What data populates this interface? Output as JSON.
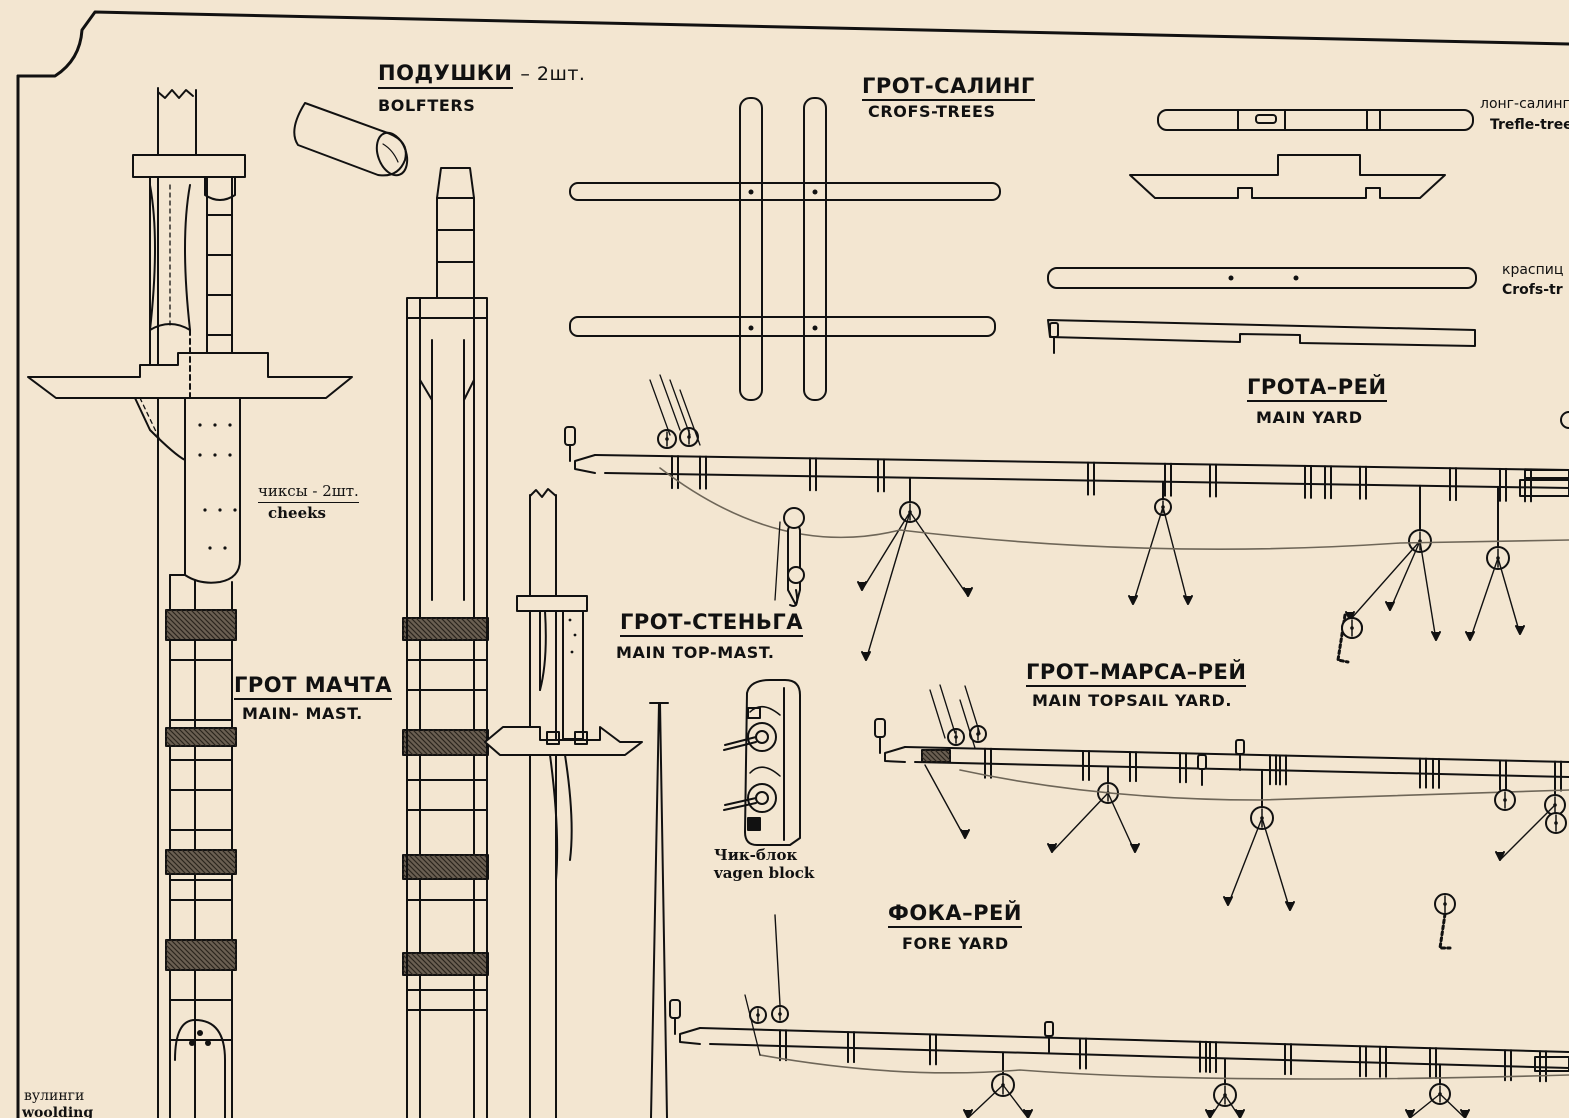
{
  "bolsters": {
    "title_ru": "ПОДУШКИ",
    "qty": "– 2шт.",
    "title_en": "BOLFTERS"
  },
  "crosstrees": {
    "title_ru": "ГРОТ-САЛИНГ",
    "title_en": "CROFS-TREES"
  },
  "trestle_trees": {
    "title_ru": "лонг-салинг",
    "title_en": "Trefle-trees"
  },
  "cross_trees_side": {
    "title_ru": "краспиц",
    "title_en": "Crofs-tr"
  },
  "main_yard": {
    "title_ru": "ГРОТА–РЕЙ",
    "title_en": "MAIN YARD"
  },
  "cheeks": {
    "title_ru": "чиксы - 2шт.",
    "title_en": "cheeks"
  },
  "main_mast": {
    "title_ru": "ГРОТ МАЧТА",
    "title_en": "MAIN- MAST."
  },
  "topmast": {
    "title_ru": "ГРОТ-СТЕНЬГА",
    "title_en": "MAIN TOP-MAST."
  },
  "topsail_yard": {
    "title_ru": "ГРОТ–МАРСА–РЕЙ",
    "title_en": "MAIN TOPSAIL YARD."
  },
  "cheek_block": {
    "title_ru": "Чик-блок",
    "title_en": "vagen block"
  },
  "fore_yard": {
    "title_ru": "ФОКА–РЕЙ",
    "title_en": "FORE YARD"
  },
  "woolding": {
    "title_ru": "вулинги",
    "title_en": "woolding"
  },
  "colors": {
    "paper": "#f3e6d1",
    "ink": "#111111",
    "rope": "#6e6658"
  }
}
